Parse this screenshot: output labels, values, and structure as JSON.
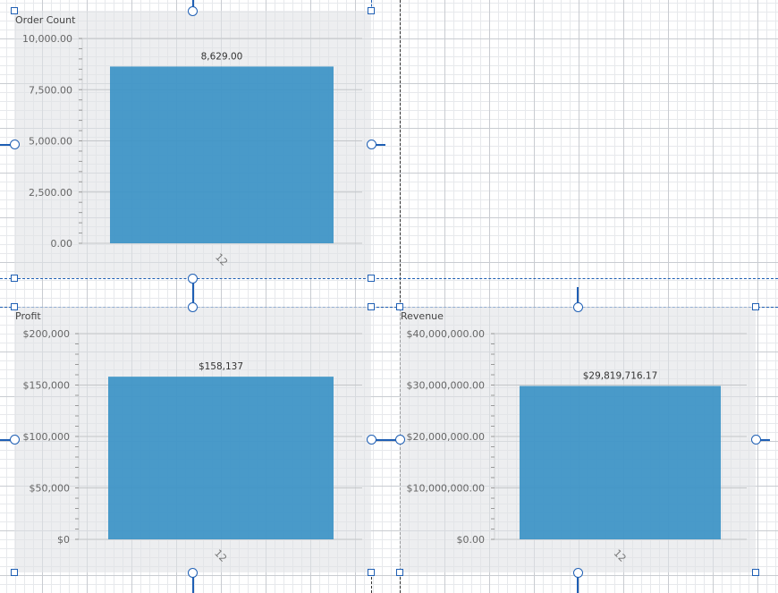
{
  "colors": {
    "bar": "#3b93c5",
    "handle": "#1f5fb4"
  },
  "chart_data": [
    {
      "type": "bar",
      "title": "Order Count",
      "categories": [
        "12"
      ],
      "values": [
        8629
      ],
      "value_labels": [
        "8,629.00"
      ],
      "ylim": [
        0,
        10000
      ],
      "yticks": [
        0,
        2500,
        5000,
        7500,
        10000
      ],
      "ytick_labels": [
        "0.00",
        "2,500.00",
        "5,000.00",
        "7,500.00",
        "10,000.00"
      ]
    },
    {
      "type": "bar",
      "title": "Profit",
      "categories": [
        "12"
      ],
      "values": [
        158137
      ],
      "value_labels": [
        "$158,137"
      ],
      "ylim": [
        0,
        200000
      ],
      "yticks": [
        0,
        50000,
        100000,
        150000,
        200000
      ],
      "ytick_labels": [
        "$0",
        "$50,000",
        "$100,000",
        "$150,000",
        "$200,000"
      ]
    },
    {
      "type": "bar",
      "title": "Revenue",
      "categories": [
        "12"
      ],
      "values": [
        29819716.17
      ],
      "value_labels": [
        "$29,819,716.17"
      ],
      "ylim": [
        0,
        40000000
      ],
      "yticks": [
        0,
        10000000,
        20000000,
        30000000,
        40000000
      ],
      "ytick_labels": [
        "$0.00",
        "$10,000,000.00",
        "$20,000,000.00",
        "$30,000,000.00",
        "$40,000,000.00"
      ]
    }
  ]
}
